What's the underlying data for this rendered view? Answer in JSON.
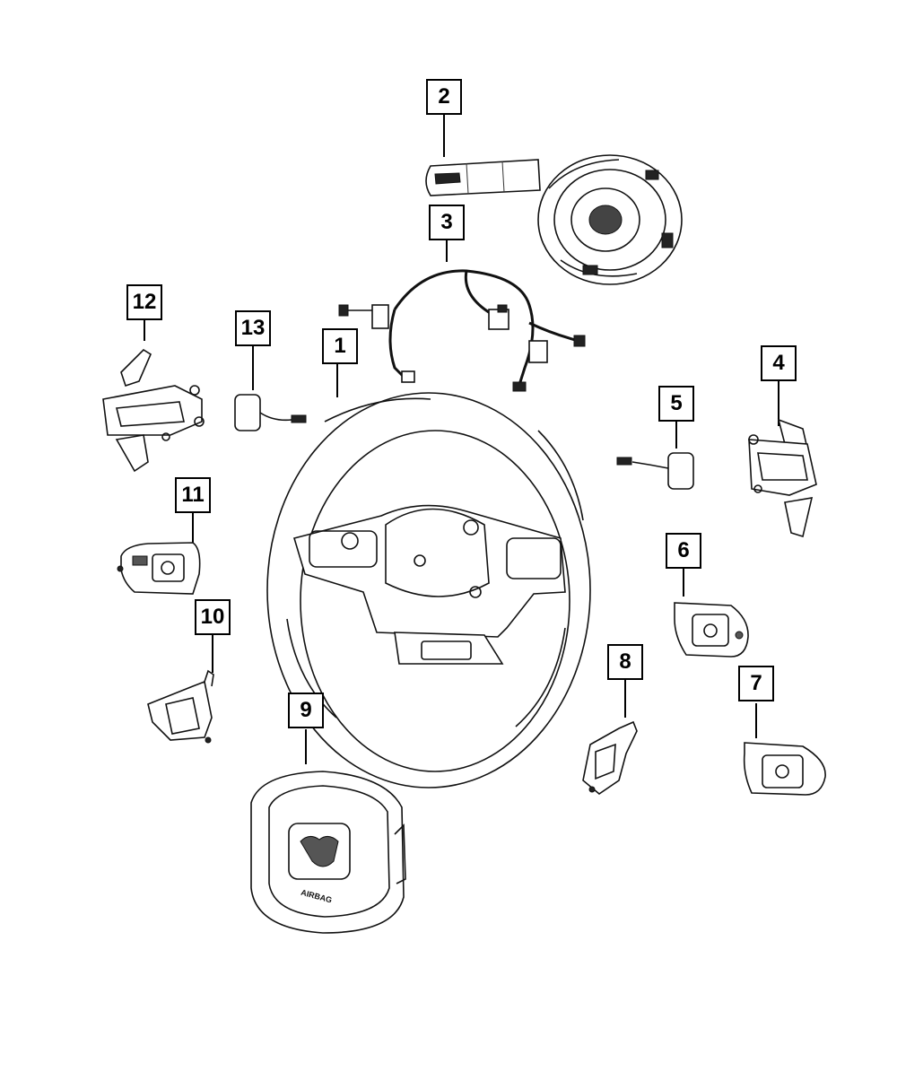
{
  "diagram": {
    "callouts": [
      {
        "id": "callout-1",
        "label": "1"
      },
      {
        "id": "callout-2",
        "label": "2"
      },
      {
        "id": "callout-3",
        "label": "3"
      },
      {
        "id": "callout-4",
        "label": "4"
      },
      {
        "id": "callout-5",
        "label": "5"
      },
      {
        "id": "callout-6",
        "label": "6"
      },
      {
        "id": "callout-7",
        "label": "7"
      },
      {
        "id": "callout-8",
        "label": "8"
      },
      {
        "id": "callout-9",
        "label": "9"
      },
      {
        "id": "callout-10",
        "label": "10"
      },
      {
        "id": "callout-11",
        "label": "11"
      },
      {
        "id": "callout-12",
        "label": "12"
      },
      {
        "id": "callout-13",
        "label": "13"
      }
    ],
    "airbag_text": "AIRBAG"
  }
}
